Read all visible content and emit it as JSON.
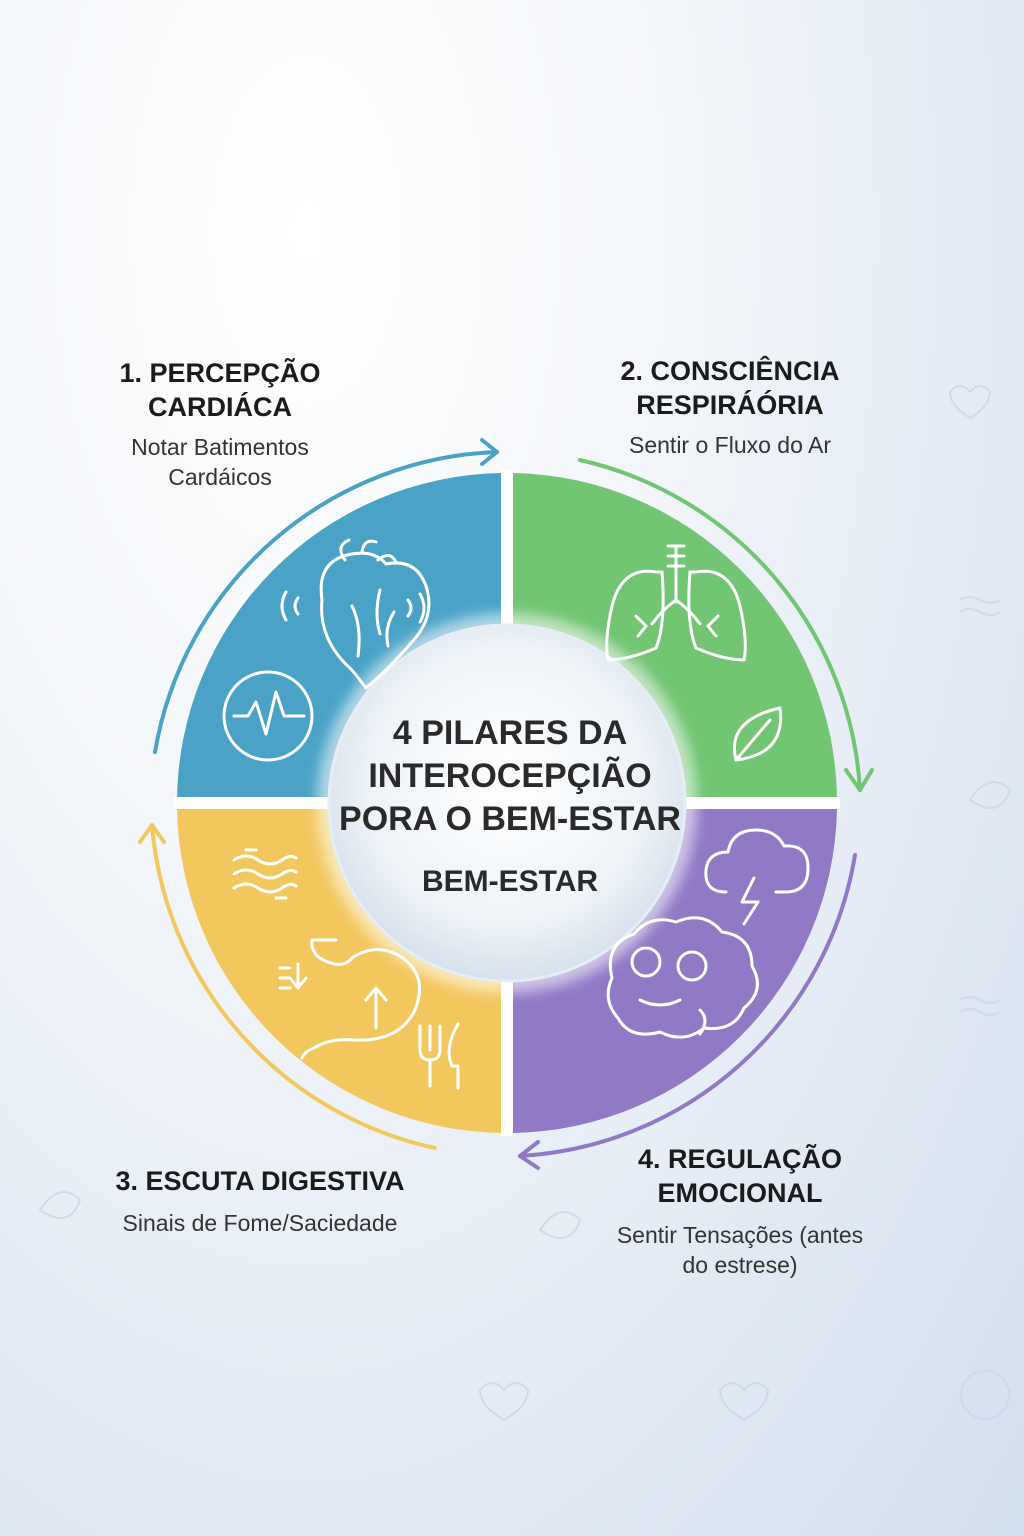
{
  "center": {
    "title_lines": [
      "4 PILARES DA",
      "INTEROCEPÇIÃO",
      "PORA O BEM-ESTAR"
    ],
    "subtitle": "BEM-ESTAR"
  },
  "pillars": [
    {
      "title_lines": [
        "1. PERCEPÇÃO",
        "CARDIÁCA"
      ],
      "sub_lines": [
        "Notar Batimentos",
        "Cardáicos"
      ],
      "color": "#4aa3c7"
    },
    {
      "title_lines": [
        "2. CONSCIÊNCIA",
        "RESPIRÁÓRIA"
      ],
      "sub_lines": [
        "Sentir o Fluxo do Ar"
      ],
      "color": "#72c573"
    },
    {
      "title_lines": [
        "3. ESCUTA DIGESTIVA"
      ],
      "sub_lines": [
        "Sinais de Fome/Saciedade"
      ],
      "color": "#f2c85e"
    },
    {
      "title_lines": [
        "4. REGULAÇÃO",
        "EMOCIONAL"
      ],
      "sub_lines": [
        "Sentir Tensações (antes",
        "do estrese)"
      ],
      "color": "#9279c6"
    }
  ],
  "icons": [
    "heart-icon",
    "pulse-icon",
    "lungs-icon",
    "leaf-icon",
    "storm-cloud-icon",
    "brain-icon",
    "waves-icon",
    "stomach-icon",
    "fork-knife-icon"
  ]
}
